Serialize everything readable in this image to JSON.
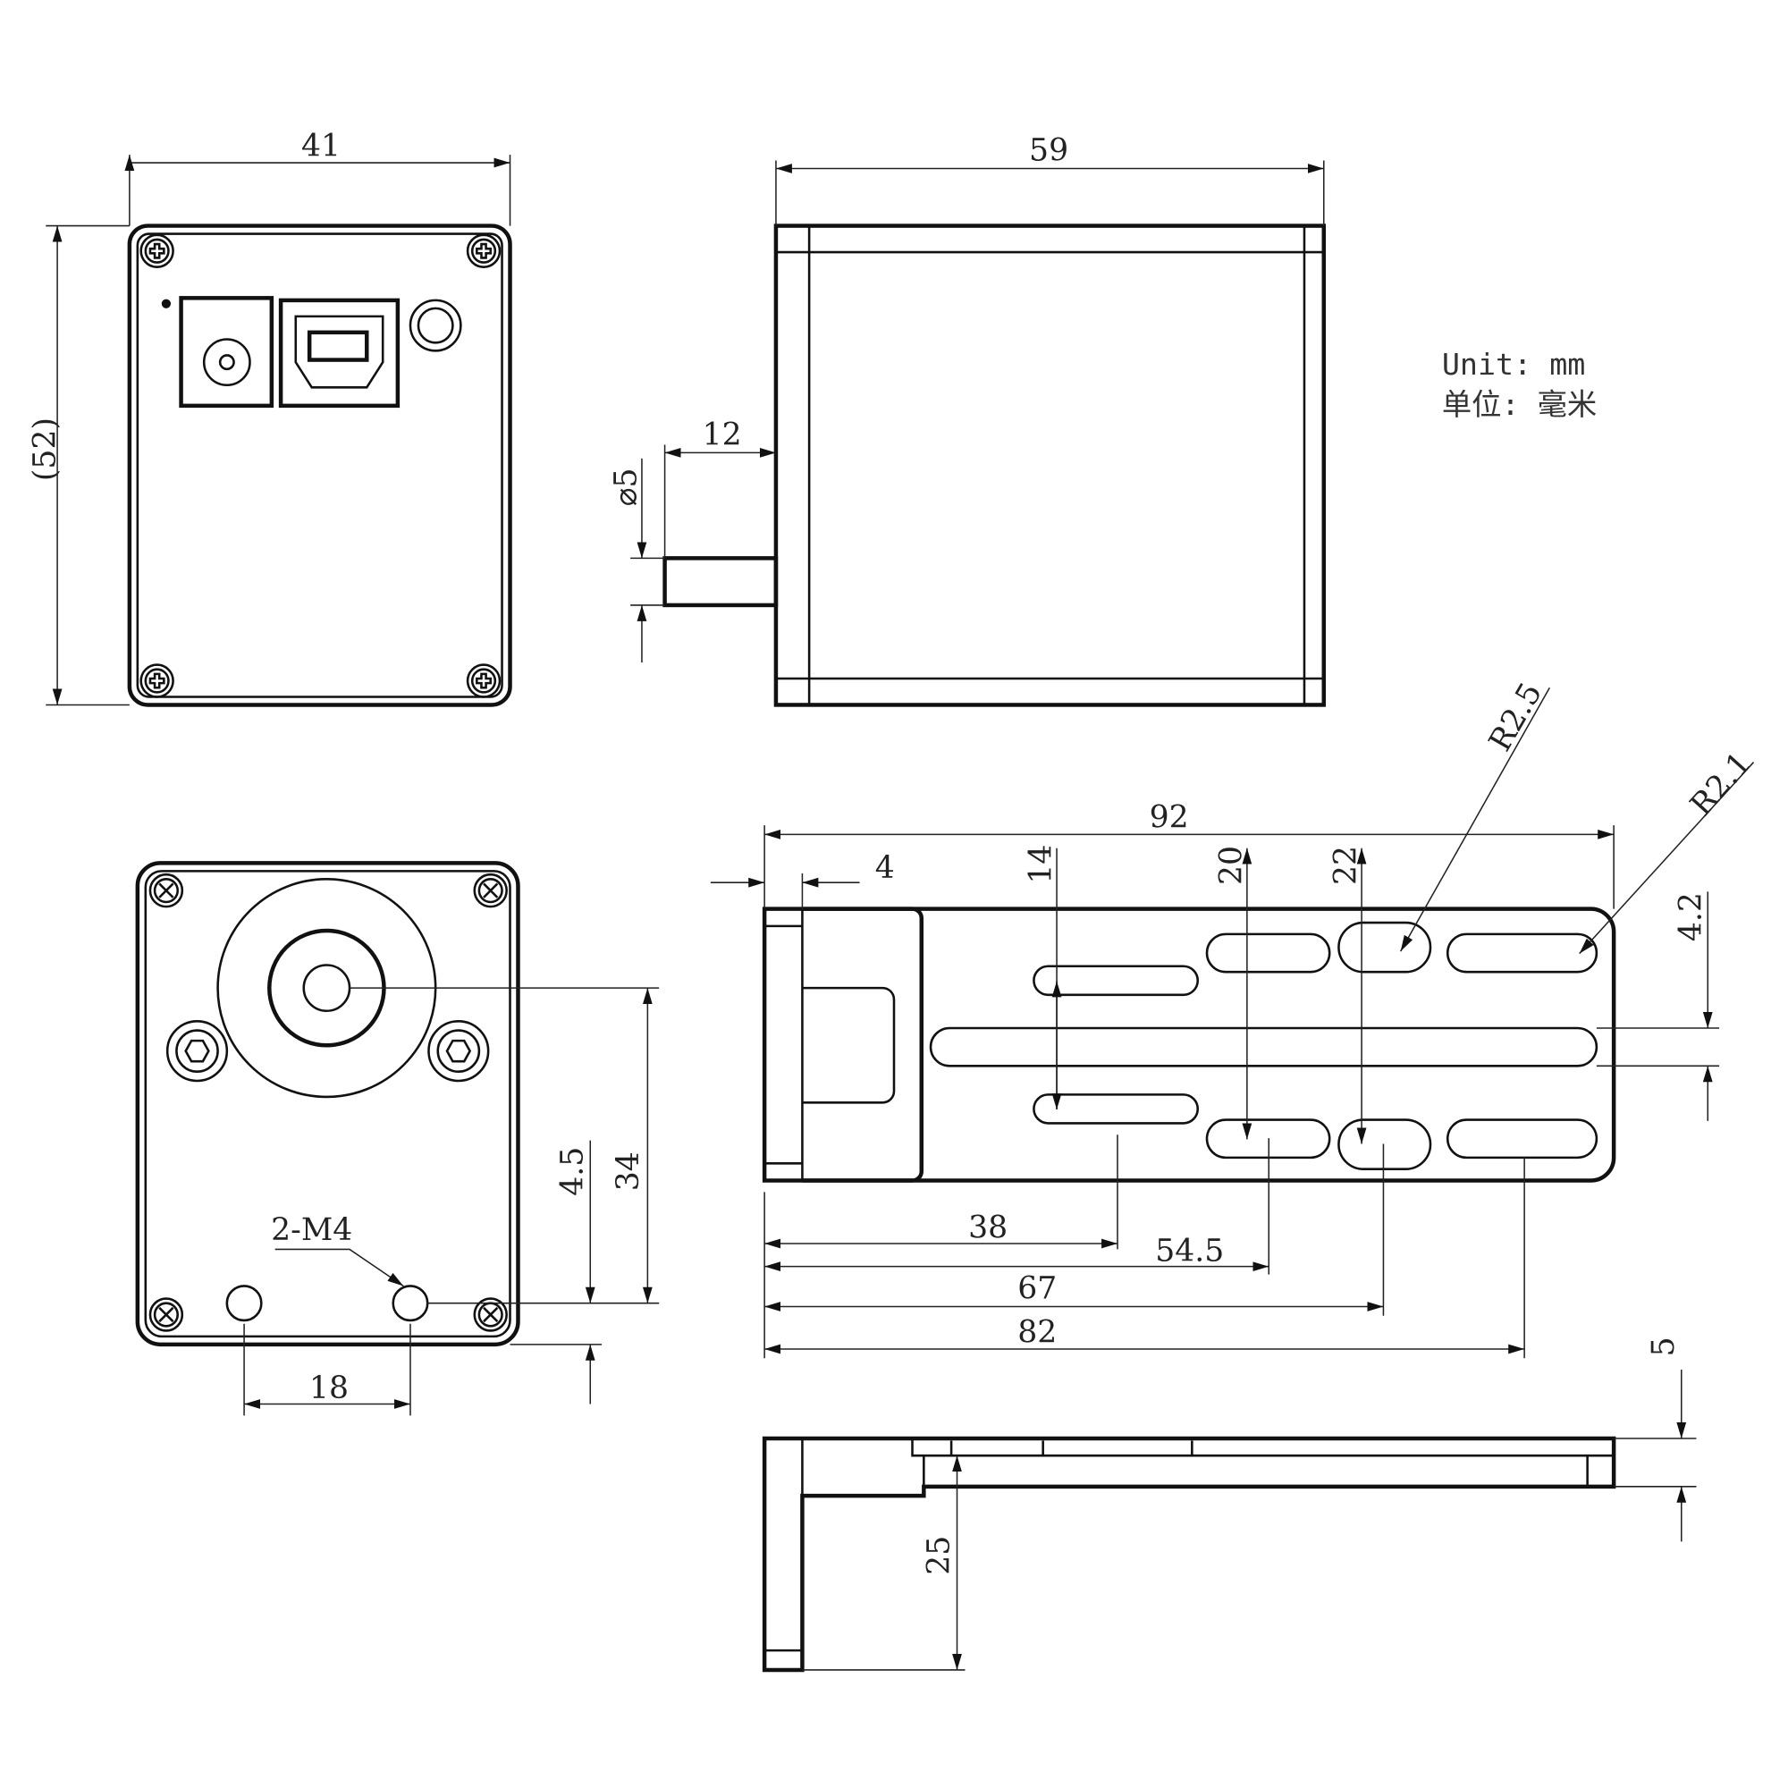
{
  "unit_note": {
    "line1": "Unit: mm",
    "line2": "单位: 毫米"
  },
  "front_view": {
    "width": "41",
    "height": "(52)"
  },
  "side_view": {
    "length": "59",
    "shaft_length": "12",
    "shaft_diameter": "⌀5"
  },
  "rear_view": {
    "hole_spacing": "18",
    "hole_label": "2-M4",
    "offset_a": "34",
    "offset_b": "4.5"
  },
  "bracket_top": {
    "length": "92",
    "lip": "4",
    "d14": "14",
    "d20": "20",
    "d22": "22",
    "r1": "R2.5",
    "r2": "R2.1",
    "d42": "4.2",
    "d38": "38",
    "d545": "54.5",
    "d67": "67",
    "d82": "82"
  },
  "bracket_side": {
    "thickness": "5",
    "height": "25"
  }
}
